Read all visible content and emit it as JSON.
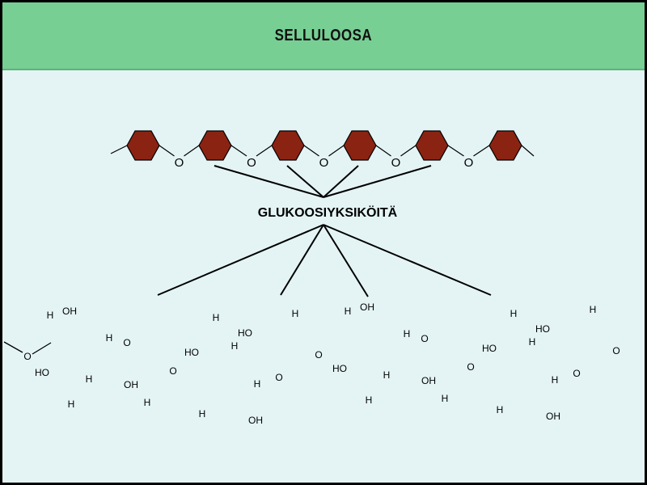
{
  "header": {
    "title": "SELLULOOSA"
  },
  "chain": {
    "linker_label": "O",
    "unit_count": 6,
    "unit_color": "#8b2312"
  },
  "label": "GLUKOOSIYKSIKÖITÄ",
  "molecule": {
    "atoms": {
      "h": "H",
      "oh": "OH",
      "ho": "HO",
      "o": "O"
    }
  },
  "colors": {
    "header": "#77cf94",
    "background": "#e4f4f5"
  }
}
